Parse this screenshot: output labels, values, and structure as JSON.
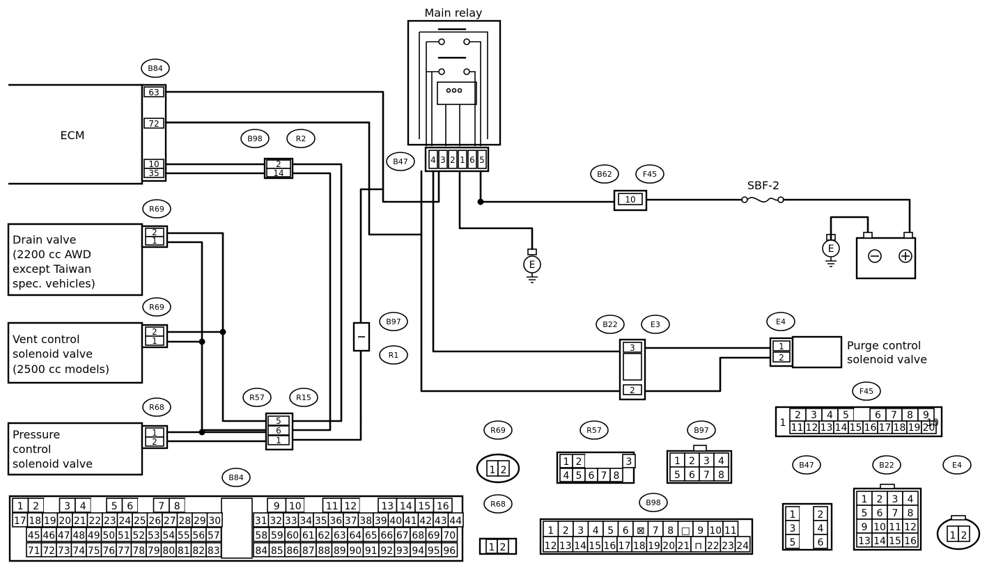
{
  "main_relay": {
    "title": "Main relay"
  },
  "ecm": {
    "label": "ECM"
  },
  "components": {
    "drain_valve": [
      "Drain valve",
      "(2200 cc AWD",
      "except Taiwan",
      "spec. vehicles)"
    ],
    "vent_valve": [
      "Vent control",
      "solenoid valve",
      "(2500 cc models)"
    ],
    "pressure_valve": [
      "Pressure",
      "control",
      "solenoid valve"
    ],
    "purge_valve": [
      "Purge control",
      "solenoid valve"
    ]
  },
  "fuse": {
    "label": "SBF-2"
  },
  "ground": {
    "label": "E"
  },
  "connector_ids": {
    "B84": "B84",
    "B98": "B98",
    "R2": "R2",
    "R69": "R69",
    "R68": "R68",
    "R57": "R57",
    "R15": "R15",
    "B97": "B97",
    "R1": "R1",
    "B47": "B47",
    "B62": "B62",
    "F45": "F45",
    "B22": "B22",
    "E3": "E3",
    "E4": "E4"
  },
  "pins": {
    "b84_63": "63",
    "b84_72": "72",
    "b84_10": "10",
    "b84_35": "35",
    "b98_2": "2",
    "b98_14": "14",
    "drain_2": "2",
    "drain_1": "1",
    "vent_2": "2",
    "vent_1": "1",
    "press_1": "1",
    "press_2": "2",
    "r57_5": "5",
    "r57_6": "6",
    "r57_1": "1",
    "b62_10": "10",
    "b22_3": "3",
    "b22_2": "2",
    "e4_1": "1",
    "e4_2": "2",
    "b47": [
      "4",
      "3",
      "2",
      "1",
      "6",
      "5"
    ]
  },
  "views": {
    "f45_top": [
      "1",
      "2",
      "3",
      "4",
      "5",
      "",
      "6",
      "7",
      "8",
      "9",
      "10"
    ],
    "f45_bottom": [
      "11",
      "12",
      "13",
      "14",
      "15",
      "16",
      "17",
      "18",
      "19",
      "20"
    ],
    "r69": [
      "1",
      "2"
    ],
    "r68": [
      "1",
      "2"
    ],
    "r57_top": [
      "1",
      "2",
      "",
      "",
      "",
      "3"
    ],
    "r57_bottom": [
      "4",
      "5",
      "6",
      "7",
      "8"
    ],
    "b97_top": [
      "1",
      "2",
      "3",
      "4"
    ],
    "b97_bottom": [
      "5",
      "6",
      "7",
      "8"
    ],
    "b98_top": [
      "1",
      "2",
      "3",
      "4",
      "5",
      "6",
      "⊠",
      "7",
      "8",
      "□",
      "9",
      "10",
      "11"
    ],
    "b98_bottom": [
      "12",
      "13",
      "14",
      "15",
      "16",
      "17",
      "18",
      "19",
      "20",
      "21",
      "⊓",
      "22",
      "23",
      "24"
    ],
    "b47": [
      "1",
      "",
      "2",
      "3",
      "4",
      "5",
      "6"
    ],
    "b22": [
      "1",
      "2",
      "3",
      "4",
      "5",
      "6",
      "7",
      "8",
      "9",
      "10",
      "11",
      "12",
      "13",
      "14",
      "15",
      "16"
    ],
    "e4": [
      "1",
      "2"
    ],
    "b84_r1": [
      "1",
      "2",
      "",
      "3",
      "4",
      "",
      "5",
      "6",
      "",
      "7",
      "8",
      "",
      "9",
      "10",
      "",
      "11",
      "12",
      "",
      "13",
      "14",
      "15",
      "16"
    ],
    "b84_r2": [
      "17",
      "18",
      "19",
      "20",
      "21",
      "22",
      "23",
      "24",
      "25",
      "26",
      "27",
      "28",
      "29",
      "30",
      "31",
      "32",
      "33",
      "34",
      "35",
      "36",
      "37",
      "38",
      "39",
      "40",
      "41",
      "42",
      "43",
      "44"
    ],
    "b84_r3": [
      "45",
      "46",
      "47",
      "48",
      "49",
      "50",
      "51",
      "52",
      "53",
      "54",
      "55",
      "56",
      "57",
      "58",
      "59",
      "60",
      "61",
      "62",
      "63",
      "64",
      "65",
      "66",
      "67",
      "68",
      "69",
      "70"
    ],
    "b84_r4": [
      "71",
      "72",
      "73",
      "74",
      "75",
      "76",
      "77",
      "78",
      "79",
      "80",
      "81",
      "82",
      "83",
      "84",
      "85",
      "86",
      "87",
      "88",
      "89",
      "90",
      "91",
      "92",
      "93",
      "94",
      "95",
      "96"
    ]
  }
}
